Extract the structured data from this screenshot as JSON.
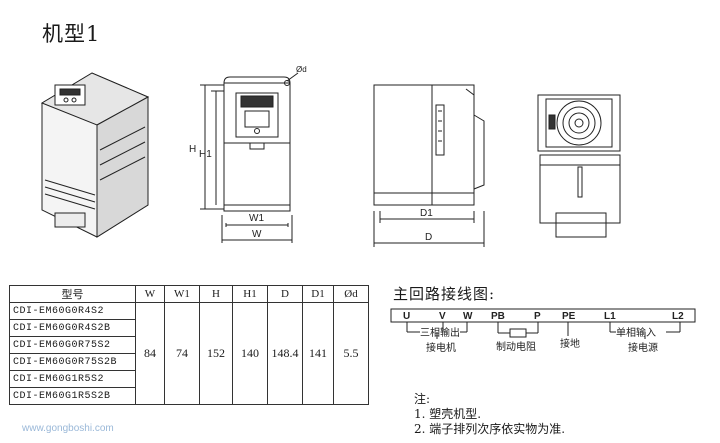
{
  "title": "机型1",
  "dimension_labels": {
    "H": "H",
    "H1": "H1",
    "W": "W",
    "W1": "W1",
    "D": "D",
    "D1": "D1",
    "phi_d": "Ød"
  },
  "spec_table": {
    "headers": [
      "型号",
      "W",
      "W1",
      "H",
      "H1",
      "D",
      "D1",
      "Ød"
    ],
    "models": [
      "CDI-EM60G0R4S2",
      "CDI-EM60G0R4S2B",
      "CDI-EM60G0R75S2",
      "CDI-EM60G0R75S2B",
      "CDI-EM60G1R5S2",
      "CDI-EM60G1R5S2B"
    ],
    "values": [
      "84",
      "74",
      "152",
      "140",
      "148.4",
      "141",
      "5.5"
    ]
  },
  "wiring": {
    "title": "主回路接线图:",
    "terminals": [
      "U",
      "V",
      "W",
      "PB",
      "P",
      "PE",
      "L1",
      "L2"
    ],
    "labels": {
      "output": "三相输出",
      "motor": "接电机",
      "brake": "制动电阻",
      "ground": "接地",
      "input": "单相输入",
      "power": "接电源"
    }
  },
  "notes": {
    "heading": "注:",
    "items": [
      "1. 塑壳机型.",
      "2. 端子排列次序依实物为准."
    ]
  },
  "watermark": "www.gongboshi.com"
}
